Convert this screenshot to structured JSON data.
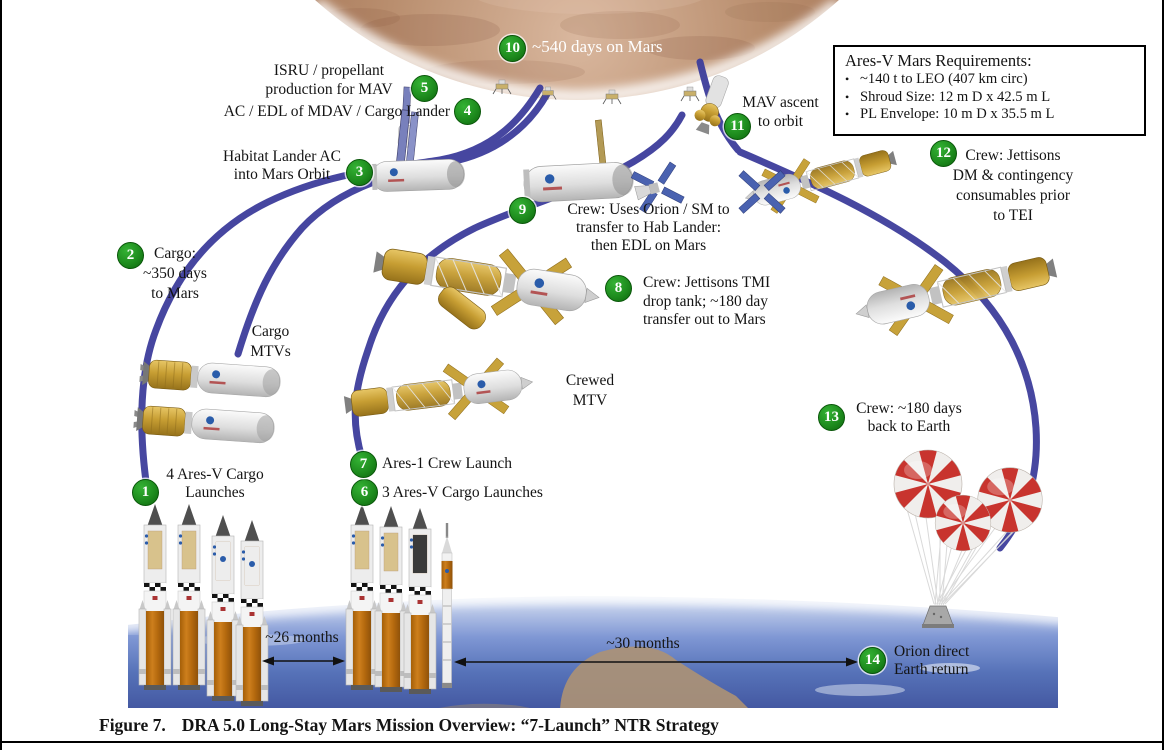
{
  "figure": {
    "caption_label": "Figure 7.",
    "caption_text": "DRA 5.0 Long-Stay Mars Mission Overview: “7-Launch” NTR Strategy"
  },
  "requirements_box": {
    "title": "Ares-V Mars Requirements:",
    "bullet": "•",
    "items": [
      "~140 t to LEO (407 km circ)",
      "Shroud Size: 12 m D x 42.5 m L",
      "PL Envelope: 10 m D x 35.5 m L"
    ]
  },
  "steps": {
    "s1": {
      "num": "1",
      "lines": [
        "4 Ares-V Cargo",
        "Launches"
      ]
    },
    "s2": {
      "num": "2",
      "lines": [
        "Cargo:",
        "~350 days",
        "to Mars"
      ]
    },
    "s3": {
      "num": "3",
      "lines": [
        "Habitat Lander AC",
        "into Mars Orbit"
      ]
    },
    "s4": {
      "num": "4",
      "lines": [
        "AC / EDL of MDAV / Cargo Lander"
      ]
    },
    "s5": {
      "num": "5",
      "lines": [
        "ISRU / propellant",
        "production for MAV"
      ]
    },
    "s6": {
      "num": "6",
      "lines": [
        "3 Ares-V Cargo Launches"
      ]
    },
    "s7": {
      "num": "7",
      "lines": [
        "Ares-1 Crew Launch"
      ]
    },
    "s8": {
      "num": "8",
      "lines": [
        "Crew: Jettisons TMI",
        "drop tank; ~180 day",
        "transfer out to Mars"
      ]
    },
    "s9": {
      "num": "9",
      "lines": [
        "Crew: Uses Orion / SM to",
        "transfer to Hab Lander:",
        "then EDL on Mars"
      ]
    },
    "s10": {
      "num": "10",
      "lines": [
        "~540 days on Mars"
      ]
    },
    "s11": {
      "num": "11",
      "lines": [
        "MAV ascent",
        "to orbit"
      ]
    },
    "s12": {
      "num": "12",
      "lines": [
        "Crew: Jettisons",
        "DM & contingency",
        "consumables prior",
        "to TEI"
      ]
    },
    "s13": {
      "num": "13",
      "lines": [
        "Crew: ~180 days",
        "back to Earth"
      ]
    },
    "s14": {
      "num": "14",
      "lines": [
        "Orion direct",
        "Earth return"
      ]
    }
  },
  "vehicle_labels": {
    "cargo_mtvs": [
      "Cargo",
      "MTVs"
    ],
    "crewed_mtv": [
      "Crewed",
      "MTV"
    ]
  },
  "timeline": {
    "span_1": "~26 months",
    "span_2": "~30 months"
  },
  "colors": {
    "trajectory_blue": "#3d3d9b",
    "step_badge_green": "#1d8a1d",
    "mars_surface": "#b98e6e",
    "earth_ocean": "#5672b8",
    "rocket_core_orange": "#b4690e",
    "parachute_red": "#c8342e"
  }
}
